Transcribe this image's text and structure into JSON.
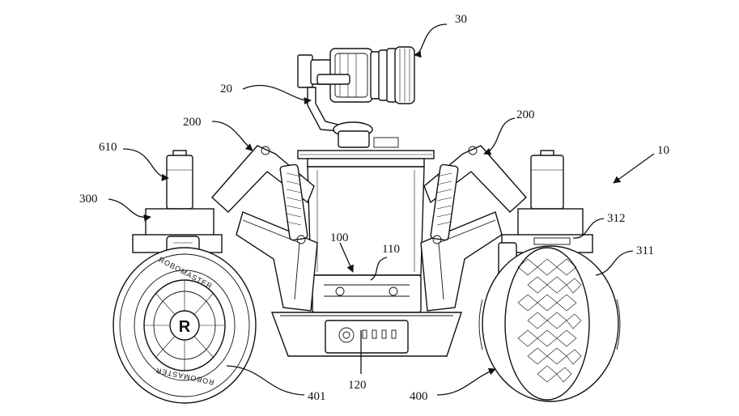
{
  "figure": {
    "labels": [
      {
        "id": "label-30",
        "text": "30"
      },
      {
        "id": "label-20",
        "text": "20"
      },
      {
        "id": "label-200-left",
        "text": "200"
      },
      {
        "id": "label-200-right",
        "text": "200"
      },
      {
        "id": "label-610",
        "text": "610"
      },
      {
        "id": "label-10",
        "text": "10"
      },
      {
        "id": "label-300",
        "text": "300"
      },
      {
        "id": "label-312",
        "text": "312"
      },
      {
        "id": "label-100",
        "text": "100"
      },
      {
        "id": "label-110",
        "text": "110"
      },
      {
        "id": "label-311",
        "text": "311"
      },
      {
        "id": "label-120",
        "text": "120"
      },
      {
        "id": "label-401",
        "text": "401"
      },
      {
        "id": "label-400",
        "text": "400"
      }
    ],
    "wheel_logo_text": "R",
    "wheel_brand_text": "ROBOMASTER"
  }
}
